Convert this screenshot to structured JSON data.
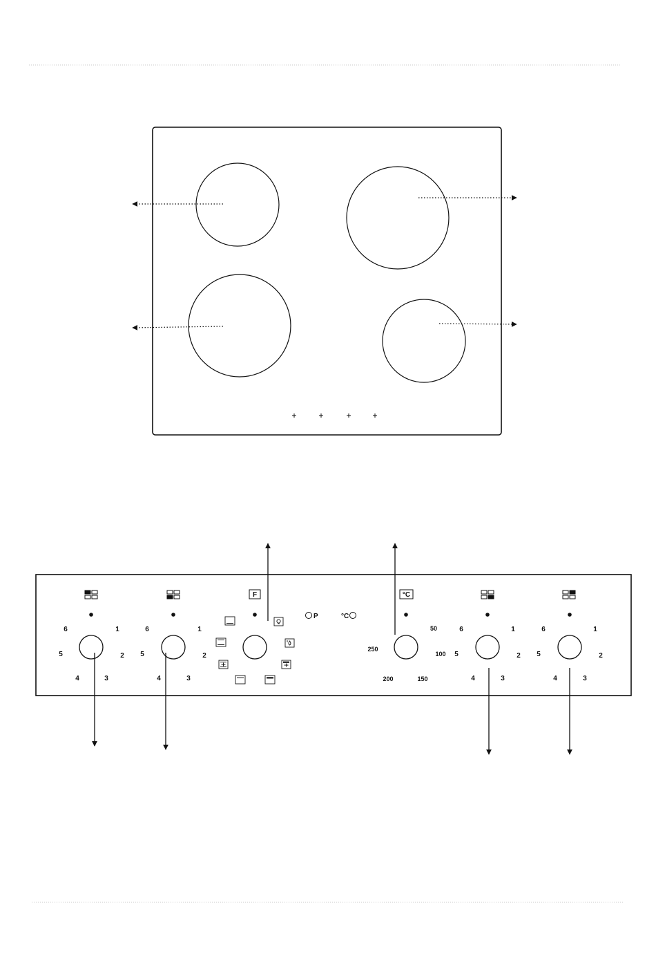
{
  "colors": {
    "ink": "#111111",
    "guide": "#c9c9c9"
  },
  "knobs": [
    {
      "name": "hob-knob-front-left",
      "zone_icon": "zone-icon-front-left",
      "positions": [
        "1",
        "2",
        "3",
        "4",
        "5",
        "6"
      ]
    },
    {
      "name": "hob-knob-rear-left",
      "zone_icon": "zone-icon-rear-left",
      "positions": [
        "1",
        "2",
        "3",
        "4",
        "5",
        "6"
      ]
    },
    {
      "name": "oven-function-knob",
      "symbol": "F",
      "functions": [
        "lamp",
        "defrost",
        "grill",
        "fan-grill",
        "bottom-heat",
        "top-heat",
        "fan-assisted",
        "conventional"
      ]
    },
    {
      "name": "thermostat-knob",
      "symbol": "°C",
      "temperatures": [
        "50",
        "100",
        "150",
        "200",
        "250"
      ]
    },
    {
      "name": "hob-knob-rear-right",
      "zone_icon": "zone-icon-rear-right",
      "positions": [
        "1",
        "2",
        "3",
        "4",
        "5",
        "6"
      ]
    },
    {
      "name": "hob-knob-front-right",
      "zone_icon": "zone-icon-front-right",
      "positions": [
        "1",
        "2",
        "3",
        "4",
        "5",
        "6"
      ]
    }
  ],
  "indicators": {
    "power": "P",
    "thermostat": "°C"
  }
}
